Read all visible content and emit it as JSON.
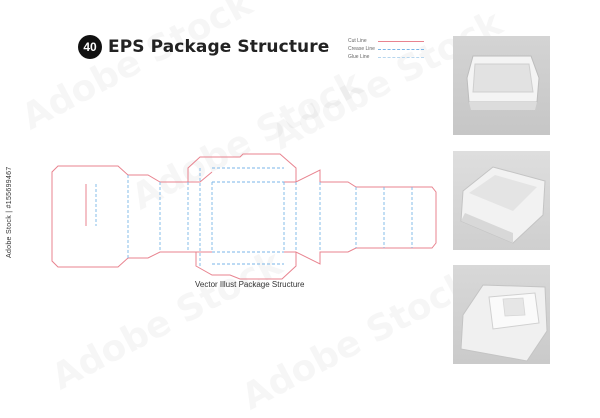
{
  "header": {
    "badge_number": "40",
    "title": "EPS Package Structure"
  },
  "legend": {
    "items": [
      {
        "label": "Cut Line",
        "style": "cut",
        "color": "#e8838f"
      },
      {
        "label": "Crease Line",
        "style": "crease",
        "color": "#79b6e8"
      },
      {
        "label": "Glue Line",
        "style": "glue",
        "color": "#b7d6ee"
      }
    ]
  },
  "dieline": {
    "caption": "Vector Illust Package Structure",
    "cut_color": "#e8838f",
    "crease_color": "#79b6e8"
  },
  "photos": [
    {
      "name": "photo-tray-top"
    },
    {
      "name": "photo-tray-angled"
    },
    {
      "name": "photo-tray-closed"
    }
  ],
  "credit": {
    "text": "Adobe Stock | #155699467"
  },
  "watermark": {
    "text": "Adobe Stock"
  }
}
